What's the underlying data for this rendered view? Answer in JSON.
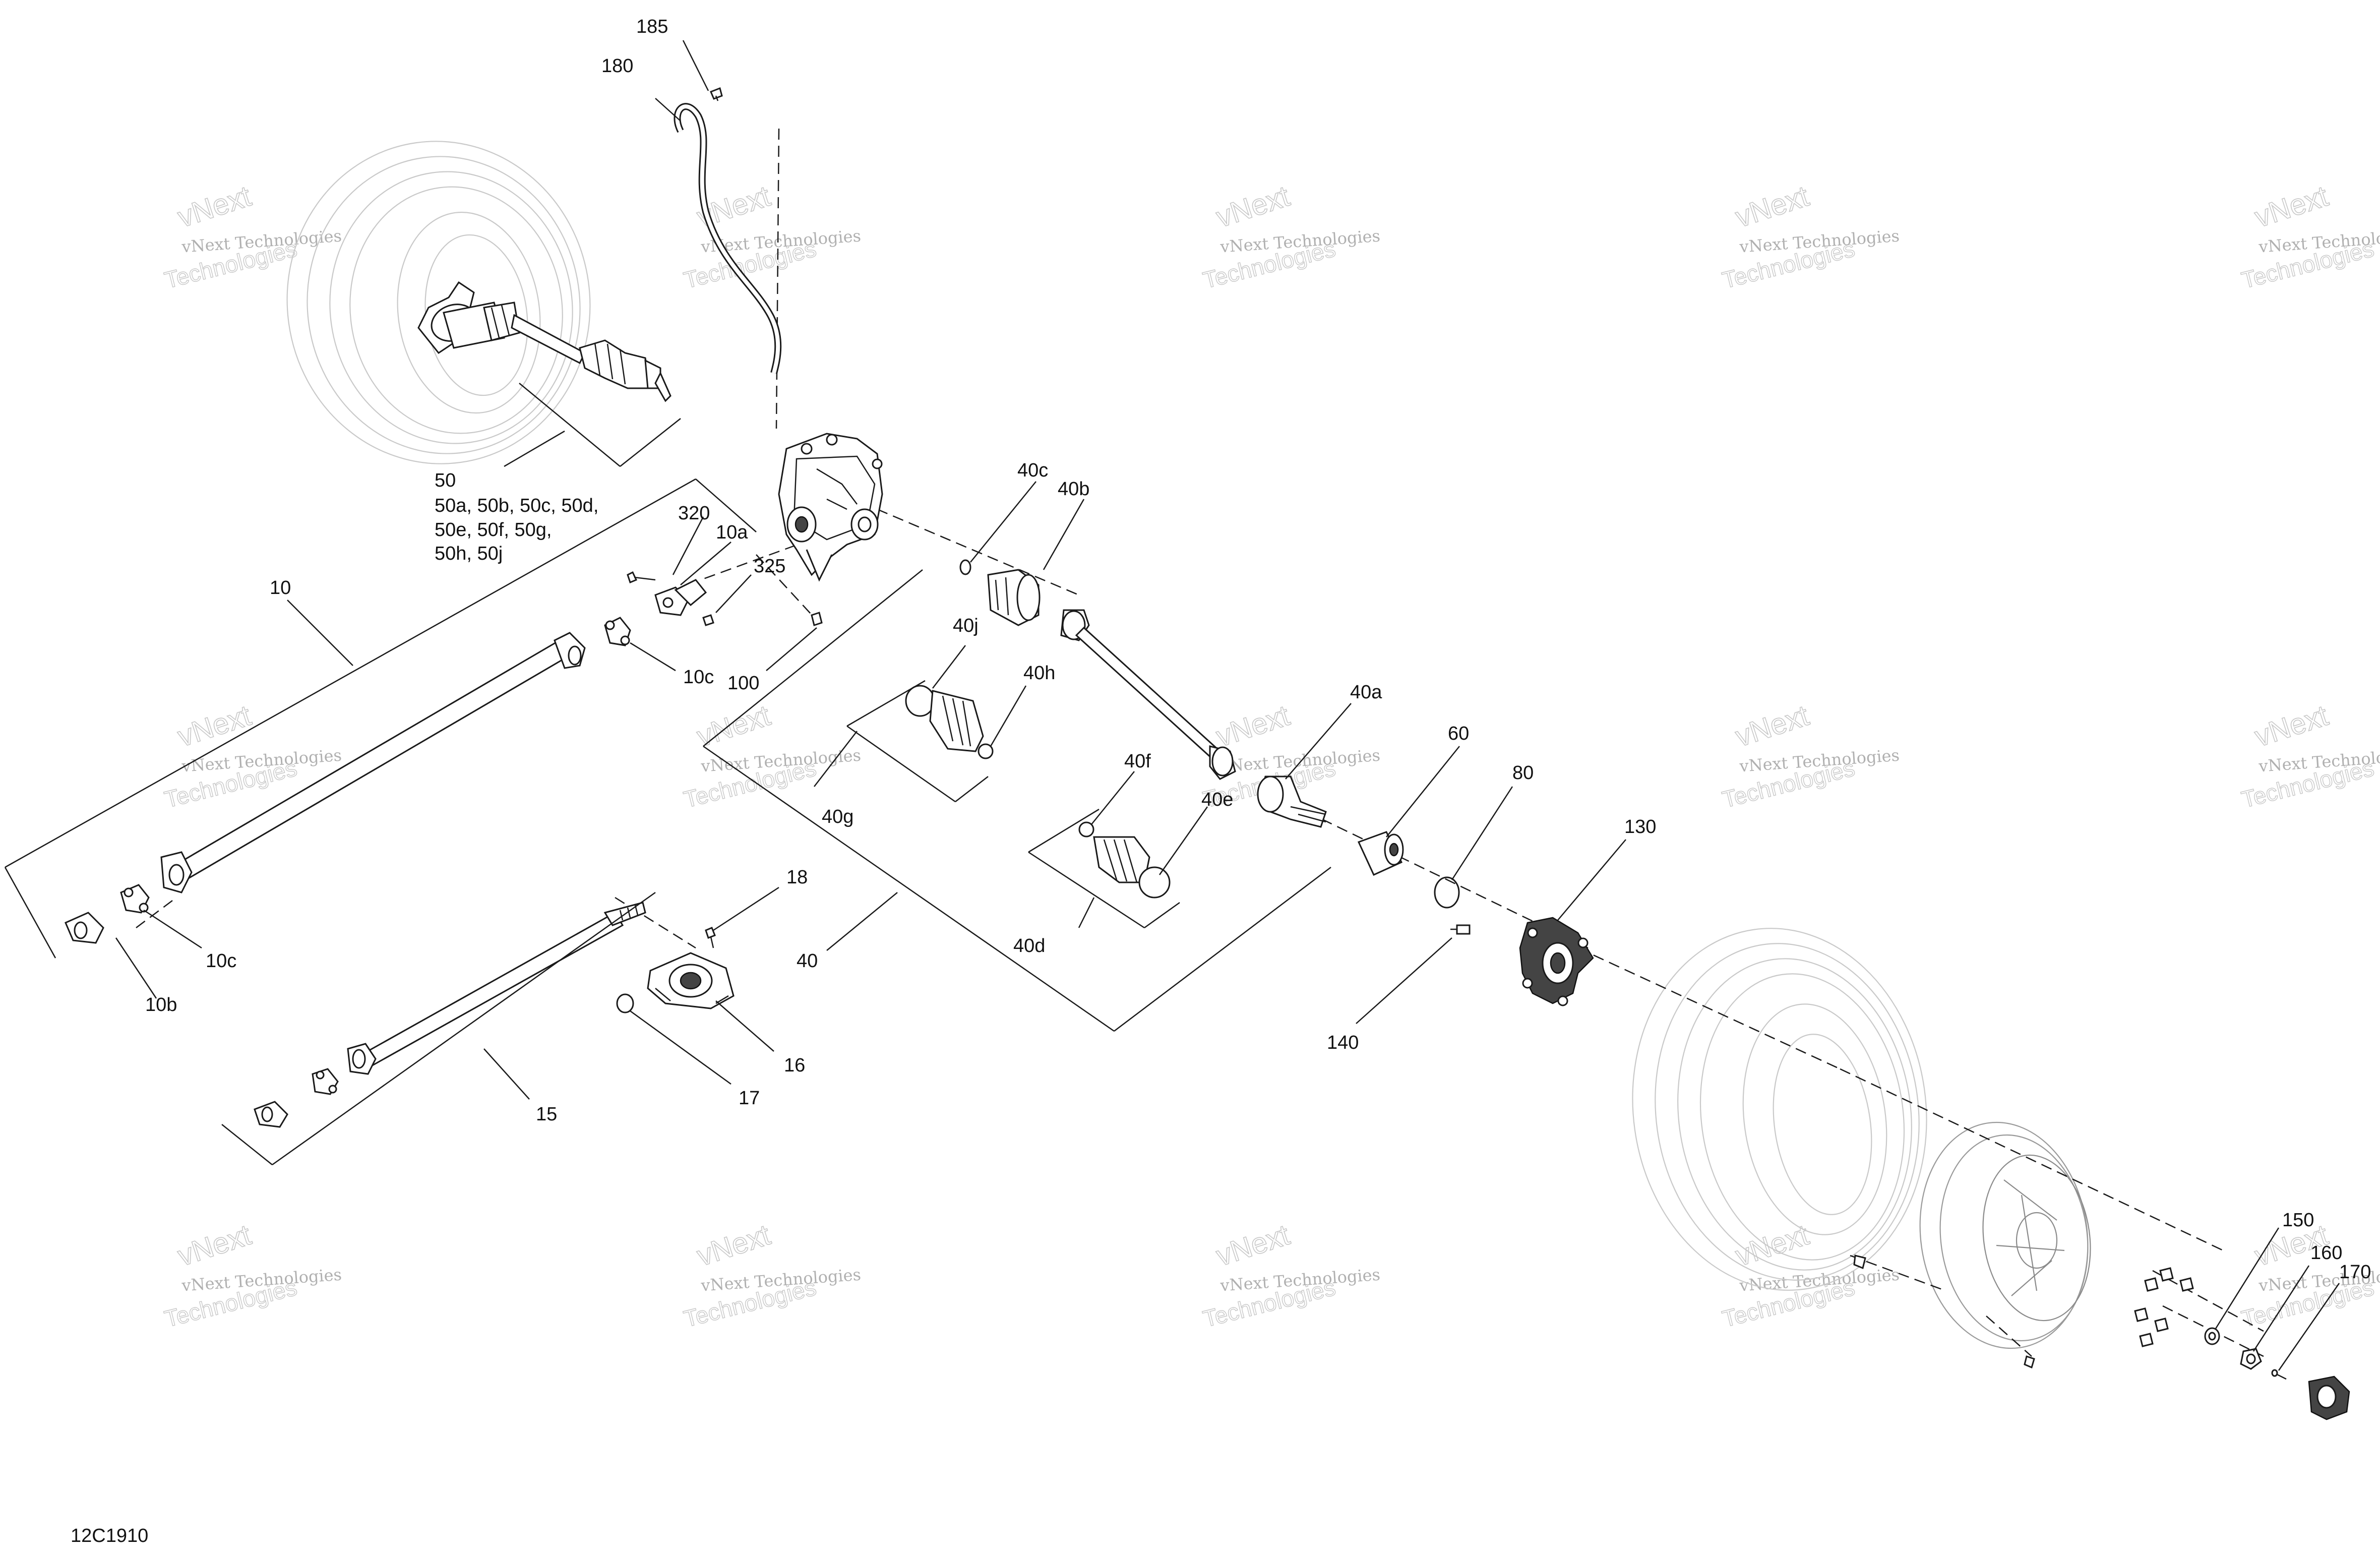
{
  "diagram_code": "12C1910",
  "watermark": {
    "line1": "vNext Technologies",
    "line2a": "vNext",
    "line2b": "Technologies"
  },
  "callouts": {
    "c185": "185",
    "c180": "180",
    "c50": "50",
    "c50_l1": "50a, 50b, 50c, 50d,",
    "c50_l2": "50e, 50f, 50g,",
    "c50_l3": "50h, 50j",
    "c320": "320",
    "c10a": "10a",
    "c325": "325",
    "c10": "10",
    "c10c_top": "10c",
    "c100": "100",
    "c10c_bottom": "10c",
    "c10b": "10b",
    "c40c": "40c",
    "c40b": "40b",
    "c40j": "40j",
    "c40h": "40h",
    "c40g": "40g",
    "c40a": "40a",
    "c40f": "40f",
    "c40e": "40e",
    "c40d": "40d",
    "c40": "40",
    "c60": "60",
    "c80": "80",
    "c130": "130",
    "c140": "140",
    "c18": "18",
    "c16": "16",
    "c17": "17",
    "c15": "15",
    "c150": "150",
    "c160": "160",
    "c170": "170"
  }
}
